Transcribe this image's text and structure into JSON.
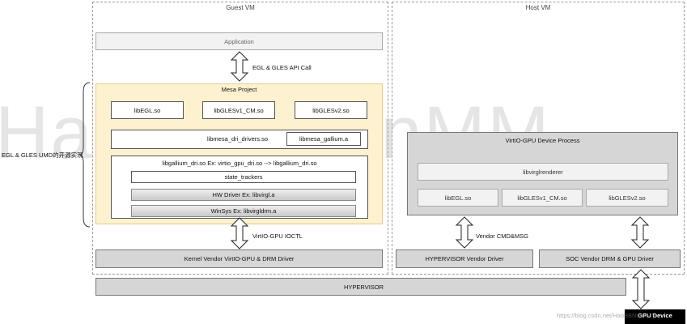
{
  "guest_vm": {
    "title": "Guest VM",
    "application": "Application",
    "api_call": "EGL & GLES API Call",
    "mesa_title": "Mesa Project",
    "libs": [
      "libEGL.so",
      "libGLESv1_CM.so",
      "libGLESv2.so"
    ],
    "mesa_dri": "libmesa_dri_drivers.so",
    "mesa_gallium": "libmesa_gallium.a",
    "gallium_title": "libgallium_dri.so Ex:  virtio_gpu_dri.so --> libgallium_dri.so",
    "state_trackers": "state_trackers",
    "hw_driver": "HW Driver Ex: libvirgl.a",
    "winsys": "WinSys Ex: libvirgldrm.a",
    "ioctl": "VirtIO-GPU IOCTL",
    "kernel_driver": "Kernel Vendor VirtIO-GPU & DRM Driver",
    "brace_label": "EGL & GLES UMD的开源实现"
  },
  "host_vm": {
    "title": "Host VM",
    "process_title": "VirtIO-GPU Device Process",
    "virglrenderer": "libvirglrenderer",
    "libs": [
      "libEGL.so",
      "libGLESv1_CM.so",
      "libGLESv2.so"
    ],
    "vendor_cmd": "Vendor  CMD&MSG",
    "hypervisor_driver": "HYPERVISOR Vendor Driver",
    "soc_driver": "SOC Vendor  DRM & GPU Driver"
  },
  "hypervisor": "HYPERVISOR",
  "gpu_device": "GPU Device",
  "watermark": "HaoBBNuanMM",
  "watermark_url": "https://blog.csdn.net/HaoBBNuanMM"
}
